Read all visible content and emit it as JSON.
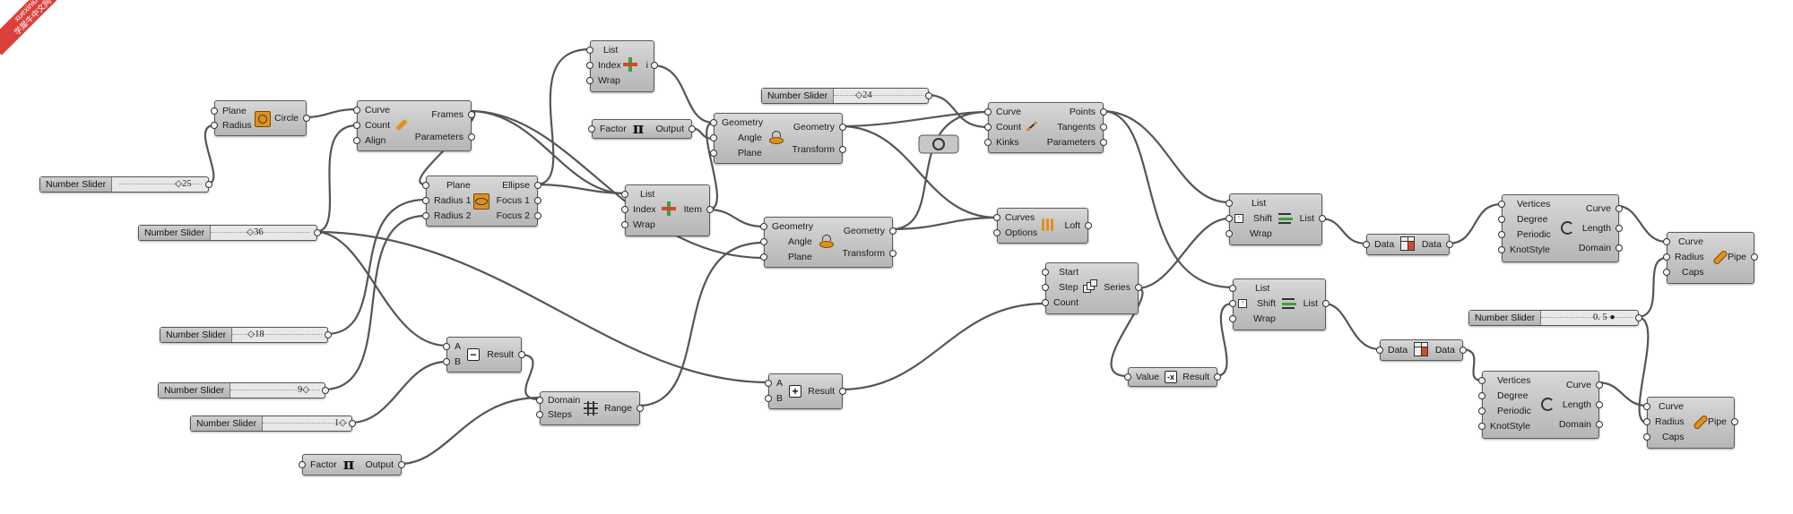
{
  "watermark": {
    "line1": "xuexiniu",
    "line2": "学犀牛中文网"
  },
  "components": {
    "circle": {
      "in": [
        "Plane",
        "Radius"
      ],
      "out": "Circle"
    },
    "frames": {
      "in": [
        "Curve",
        "Count",
        "Align"
      ],
      "out": [
        "Frames",
        "Parameters"
      ]
    },
    "ellipse": {
      "in": [
        "Plane",
        "Radius 1",
        "Radius 2"
      ],
      "out": [
        "Ellipse",
        "Focus 1",
        "Focus 2"
      ]
    },
    "list_top": {
      "in": [
        "List",
        "Index",
        "Wrap"
      ],
      "out": "i"
    },
    "list_item": {
      "in": [
        "List",
        "Index",
        "Wrap"
      ],
      "out": "Item"
    },
    "pi_mid": {
      "in": "Factor",
      "out": "Output"
    },
    "rotate1": {
      "in": [
        "Geometry",
        "Angle",
        "Plane"
      ],
      "out": [
        "Geometry",
        "Transform"
      ]
    },
    "rotate2": {
      "in": [
        "Geometry",
        "Angle",
        "Plane"
      ],
      "out": [
        "Geometry",
        "Transform"
      ]
    },
    "divide": {
      "in": [
        "Curve",
        "Count",
        "Kinks"
      ],
      "out": [
        "Points",
        "Tangents",
        "Parameters"
      ]
    },
    "loft": {
      "in": [
        "Curves",
        "Options"
      ],
      "out": "Loft"
    },
    "series": {
      "in": [
        "Start",
        "Step",
        "Count"
      ],
      "out": "Series"
    },
    "shift1": {
      "in": [
        "List",
        "Shift",
        "Wrap"
      ],
      "out": "List"
    },
    "shift2": {
      "in": [
        "List",
        "Shift",
        "Wrap"
      ],
      "out": "List"
    },
    "data1": {
      "in": "Data",
      "out": "Data"
    },
    "data2": {
      "in": "Data",
      "out": "Data"
    },
    "nurbs1": {
      "in": [
        "Vertices",
        "Degree",
        "Periodic",
        "KnotStyle"
      ],
      "out": [
        "Curve",
        "Length",
        "Domain"
      ]
    },
    "nurbs2": {
      "in": [
        "Vertices",
        "Degree",
        "Periodic",
        "KnotStyle"
      ],
      "out": [
        "Curve",
        "Length",
        "Domain"
      ]
    },
    "pipe1": {
      "in": [
        "Curve",
        "Radius",
        "Caps"
      ],
      "out": "Pipe"
    },
    "pipe2": {
      "in": [
        "Curve",
        "Radius",
        "Caps"
      ],
      "out": "Pipe"
    },
    "subtract": {
      "in": [
        "A",
        "B"
      ],
      "out": "Result"
    },
    "add": {
      "in": [
        "A",
        "B"
      ],
      "out": "Result"
    },
    "range": {
      "in": [
        "Domain",
        "Steps"
      ],
      "out": "Range"
    },
    "negative": {
      "in": "Value",
      "out": "Result"
    },
    "pi_bottom": {
      "in": "Factor",
      "out": "Output"
    }
  },
  "sliders": {
    "s25": {
      "name": "Number Slider",
      "value": "25"
    },
    "s36": {
      "name": "Number Slider",
      "value": "36"
    },
    "s18": {
      "name": "Number Slider",
      "value": "18"
    },
    "s9": {
      "name": "Number Slider",
      "value": "9"
    },
    "s1": {
      "name": "Number Slider",
      "value": "1"
    },
    "s24": {
      "name": "Number Slider",
      "value": "24"
    },
    "s05": {
      "name": "Number Slider",
      "value": "0. 5"
    }
  },
  "colors": {
    "wire": "#555555",
    "node_top": "#d8d8d8",
    "node_bottom": "#b6b6b6",
    "accent": "#e08a1a"
  }
}
